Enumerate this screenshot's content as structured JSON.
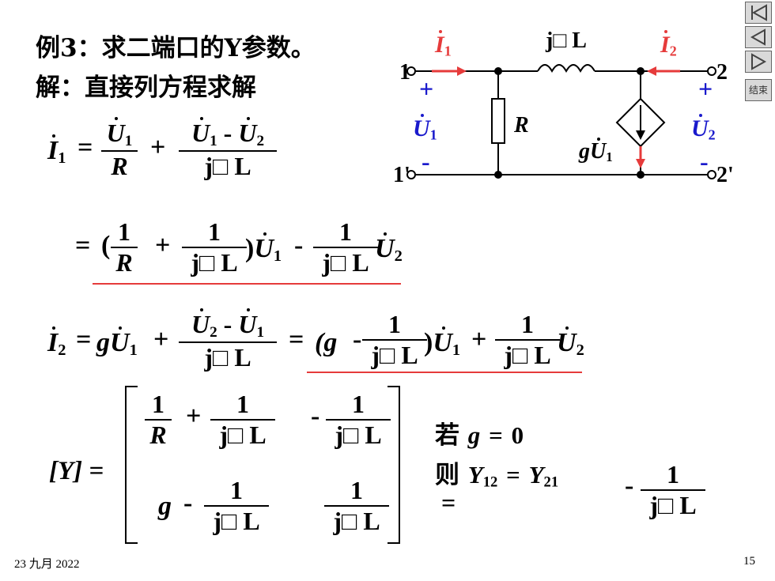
{
  "title_line1": "例3：求二端口的Y参数。",
  "title_line2": "解：直接列方程求解",
  "eq1": {
    "lhs": "I",
    "lhs_sub": "1",
    "eq": "=",
    "f1_num": "U",
    "f1_num_sub": "1",
    "f1_den": "R",
    "plus": "+",
    "f2_num_a": "U",
    "f2_num_a_sub": "1",
    "f2_minus": "-",
    "f2_num_b": "U",
    "f2_num_b_sub": "2",
    "f2_den": "j□ L"
  },
  "eq2": {
    "eq": "=",
    "open": "(",
    "one": "1",
    "R": "R",
    "plus": "+",
    "jL": "j□ L",
    "close": ")",
    "U": "U",
    "s1": "1",
    "minus": "-",
    "s2": "2"
  },
  "eq3": {
    "lhs": "I",
    "lhs_sub": "2",
    "eq": "=",
    "g": "g",
    "U": "U",
    "s1": "1",
    "plus": "+",
    "num_a_sub": "2",
    "minus": "-",
    "num_b_sub": "1",
    "den": "j□ L",
    "eq2": "=",
    "open": "(g",
    "m2": "-",
    "one": "1",
    "close": ")",
    "s2": "2"
  },
  "matrix": {
    "lhs": "[Y] =",
    "a11_one": "1",
    "a11_R": "R",
    "a11_plus": "+",
    "a11_jL": "j□ L",
    "a12_minus": "-",
    "a12_one": "1",
    "a12_jL": "j□ L",
    "a21_g": "g",
    "a21_minus": "-",
    "a21_one": "1",
    "a21_jL": "j□ L",
    "a22_one": "1",
    "a22_jL": "j□ L"
  },
  "note": {
    "if_label": "若",
    "if_expr": "g",
    "if_eq": "=",
    "if_val": "0",
    "then_label": "则",
    "Y": "Y",
    "s12": "12",
    "eqs": "=",
    "s21": "21",
    "eq_line": "=",
    "minus": "-",
    "one": "1",
    "jL": "j□ L"
  },
  "circuit": {
    "I1": "I",
    "I1_sub": "1",
    "I2": "I",
    "I2_sub": "2",
    "jL": "j□ L",
    "R": "R",
    "g": "g",
    "U": "U",
    "U_sub": "1",
    "U1": "U",
    "U1_sub": "1",
    "U2": "U",
    "U2_sub": "2",
    "plus": "+",
    "minus": "-",
    "port1": "1",
    "port1p": "1'",
    "port2": "2",
    "port2p": "2'"
  },
  "nav_end_label": "结束",
  "footer_date": "23 九月 2022",
  "page_number": "15",
  "colors": {
    "red": "#e63b3b",
    "blue": "#1a1acc",
    "black": "#000000",
    "nav": "#d9d9d9"
  }
}
